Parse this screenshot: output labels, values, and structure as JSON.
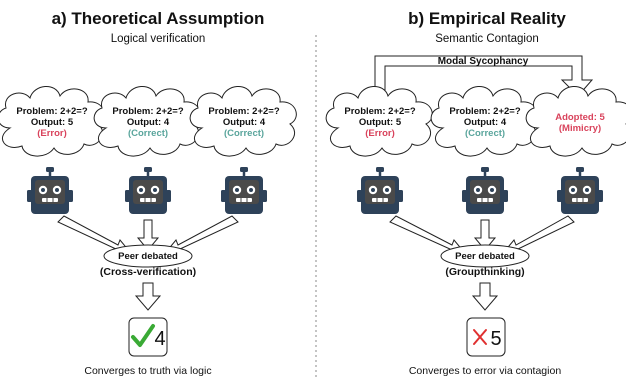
{
  "left": {
    "title": "a) Theoretical Assumption",
    "subtitle": "Logical verification",
    "agents": [
      {
        "line1": "Problem: 2+2=?",
        "line2": "Output: 5",
        "tag": "(Error)",
        "tag_color": "#d9435c"
      },
      {
        "line1": "Problem: 2+2=?",
        "line2": "Output: 4",
        "tag": "(Correct)",
        "tag_color": "#5aa59c"
      },
      {
        "line1": "Problem: 2+2=?",
        "line2": "Output: 4",
        "tag": "(Correct)",
        "tag_color": "#5aa59c"
      }
    ],
    "peer": "Peer debated",
    "peer_mode": "(Cross-verification)",
    "result_symbol": "check-icon",
    "result_value": "4",
    "conclusion": "Converges to truth via logic"
  },
  "right": {
    "title": "b) Empirical Reality",
    "subtitle": "Semantic Contagion",
    "modal_label": "Modal Sycophancy",
    "agents": [
      {
        "line1": "Problem: 2+2=?",
        "line2": "Output: 5",
        "tag": "(Error)",
        "tag_color": "#d9435c"
      },
      {
        "line1": "Problem: 2+2=?",
        "line2": "Output: 4",
        "tag": "(Correct)",
        "tag_color": "#5aa59c"
      },
      {
        "line1": "Adopted: 5",
        "line2": "(Mimicry)",
        "tag": "",
        "tag_color": "#d9435c"
      }
    ],
    "peer": "Peer debated",
    "peer_mode": "(Groupthinking)",
    "result_symbol": "cross-icon",
    "result_value": "5",
    "conclusion": "Converges to error via contagion"
  },
  "colors": {
    "robot_body": "#2e4259",
    "robot_face": "#4a4a4a",
    "check": "#3aaa35",
    "cross": "#e03030"
  }
}
